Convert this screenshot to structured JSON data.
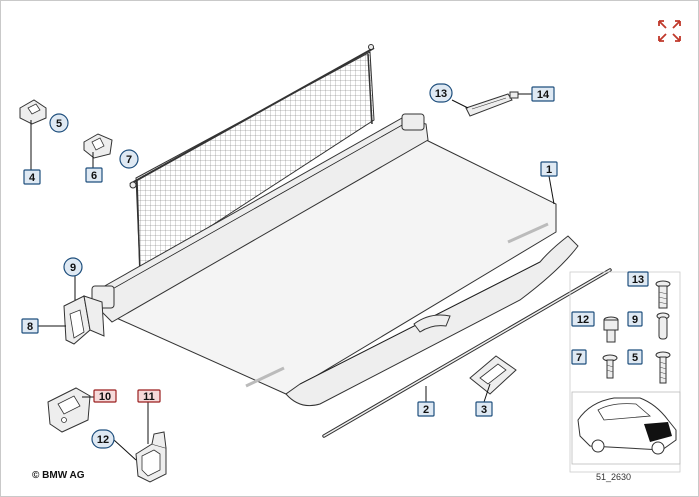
{
  "page": {
    "copyright": "© BMW AG",
    "diagram_code": "51_2630"
  },
  "callouts": [
    {
      "id": "c1",
      "label": "1",
      "style": "blue"
    },
    {
      "id": "c2",
      "label": "2",
      "style": "blue"
    },
    {
      "id": "c3",
      "label": "3",
      "style": "blue"
    },
    {
      "id": "c4",
      "label": "4",
      "style": "blue"
    },
    {
      "id": "c5",
      "label": "5",
      "style": "blue-round"
    },
    {
      "id": "c6",
      "label": "6",
      "style": "blue"
    },
    {
      "id": "c7",
      "label": "7",
      "style": "blue-round"
    },
    {
      "id": "c8",
      "label": "8",
      "style": "blue"
    },
    {
      "id": "c9",
      "label": "9",
      "style": "blue-round"
    },
    {
      "id": "c10",
      "label": "10",
      "style": "red"
    },
    {
      "id": "c11",
      "label": "11",
      "style": "red"
    },
    {
      "id": "c12",
      "label": "12",
      "style": "blue-round"
    },
    {
      "id": "c13",
      "label": "13",
      "style": "blue-round"
    },
    {
      "id": "c14",
      "label": "14",
      "style": "blue"
    }
  ],
  "screw_table": [
    {
      "label": "13"
    },
    {
      "label": "12"
    },
    {
      "label": "9"
    },
    {
      "label": "7"
    },
    {
      "label": "5"
    }
  ],
  "colors": {
    "callout_fill": "#dfe9f3",
    "callout_stroke": "#1f4f7d",
    "callout_red_fill": "#f6dada",
    "callout_red_stroke": "#9a1f1f",
    "expand_icon": "#c0392b"
  },
  "icons": {
    "expand": "expand-arrows-icon"
  }
}
